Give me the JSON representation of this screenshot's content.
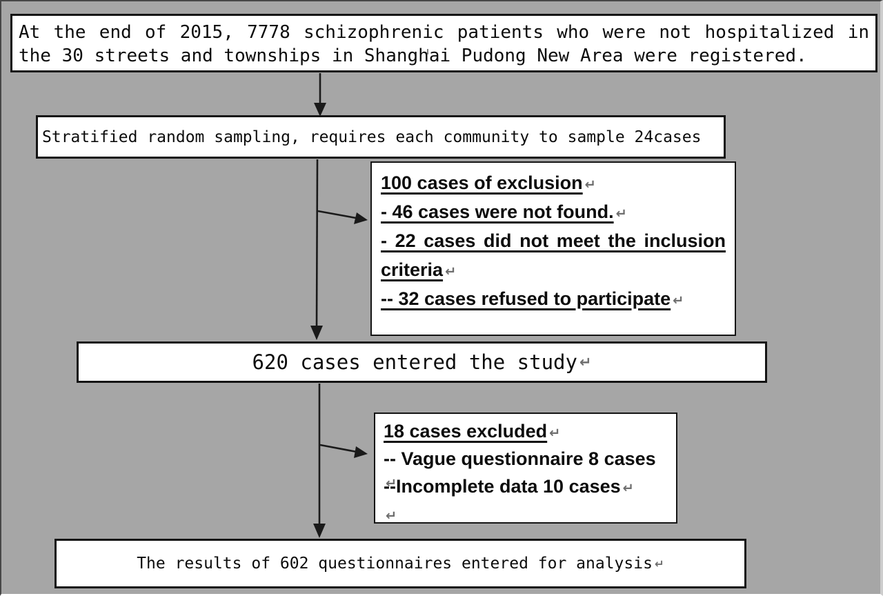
{
  "canvas": {
    "background": "#a6a6a6",
    "box_fill": "#ffffff",
    "line_color": "#141414"
  },
  "box1": {
    "line1": "At the end of 2015, 7778 schizophrenic patients who were not hospitalized in",
    "line2": "the 30 streets and townships in Shanghai Pudong New Area were registered."
  },
  "box2": {
    "text": "Stratified random sampling, requires each community to sample 24cases"
  },
  "excl1": {
    "title": "100 cases of exclusion",
    "item1": "- 46 cases were not found.",
    "item2a": "- 22 cases did not meet the inclusion",
    "item2b": "criteria",
    "item3": "-- 32 cases refused to participate"
  },
  "box620": {
    "text": "620 cases entered the study"
  },
  "excl2": {
    "title": "18 cases excluded",
    "item1": "-- Vague questionnaire 8 cases",
    "item2": "--Incomplete data 10 cases"
  },
  "boxFinal": {
    "text": "The results of 602 questionnaires entered for analysis"
  },
  "marks": {
    "return": "↵"
  }
}
